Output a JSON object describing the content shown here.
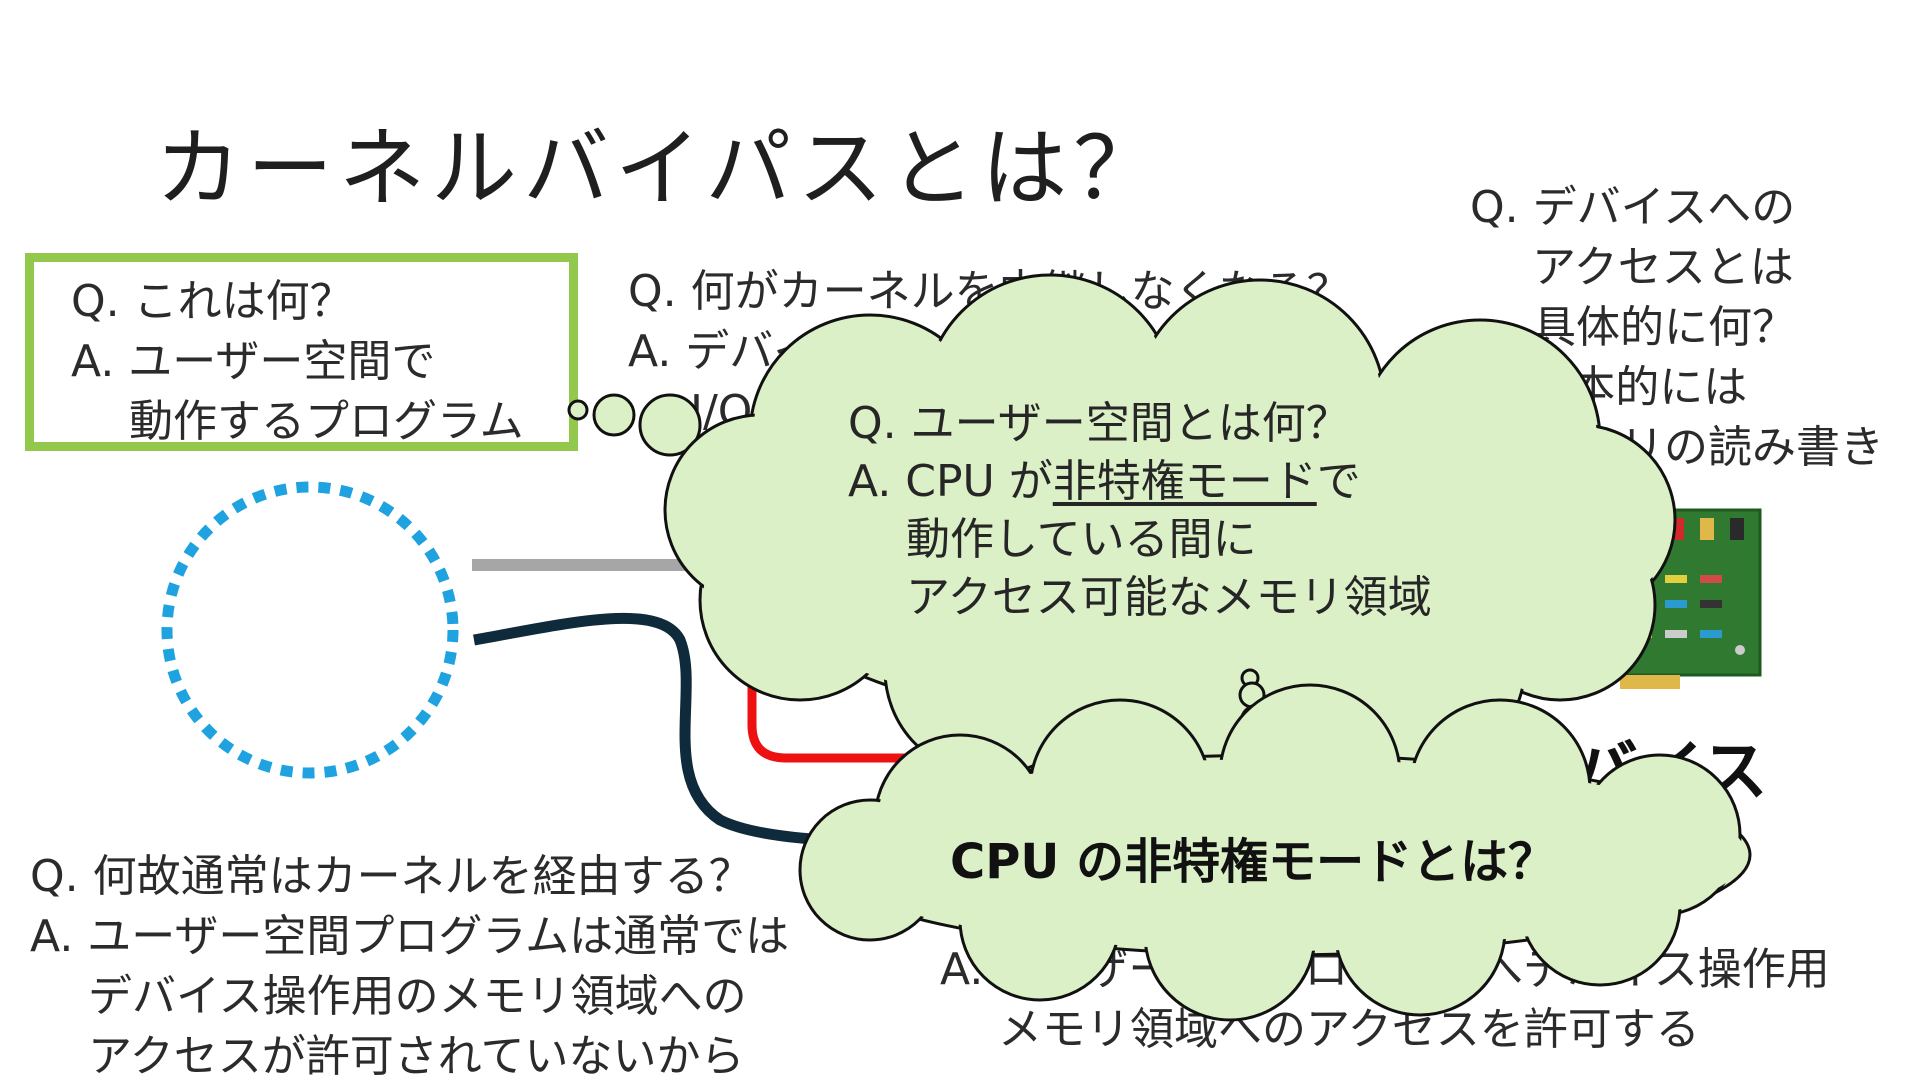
{
  "slide": {
    "title": "カーネルバイパスとは？",
    "box1": {
      "q": "Q. これは何？",
      "a1": "A. ユーザー空間で",
      "a2": "動作するプログラム"
    },
    "q2": {
      "q": "Q. 何がカーネルを中継しなくなる？",
      "a1": "A. デバイスアクセスを伴う処理",
      "a2": "I/O"
    },
    "q3": {
      "l1": "Q. デバイスへの",
      "l2": "アクセスとは",
      "l3": "具体的に何？",
      "l4": "A. 基本的には",
      "l5": "メモリの読み書き"
    },
    "cloud1": {
      "q": "Q. ユーザー空間とは何？",
      "a1_pre": "A. CPU が",
      "a1_ul": "非特権モード",
      "a1_post": "で",
      "a2": "動作している間に",
      "a3": "アクセス可能なメモリ領域"
    },
    "cloud2": {
      "q": "CPU の非特権モードとは？"
    },
    "io_label": "I/O デバイス",
    "q4": {
      "q": "Q. 何故通常はカーネルを経由する？",
      "a1": "A. ユーザー空間プログラムは通常では",
      "a2": "デバイス操作用のメモリ領域への",
      "a3": "アクセスが許可されていないから"
    },
    "q5": {
      "a1": "A. ユーザー空間プログラムへデバイス操作用",
      "a2": "メモリ領域へのアクセスを許可する"
    }
  },
  "colors": {
    "green_border": "#92c94c",
    "cloud_fill": "#dcf0c8",
    "dotted_circle": "#1fa2e0",
    "gray_line": "#a6a6a6",
    "dark_line": "#0f2a3a",
    "red_line": "#ee1111",
    "pcb_green": "#2f7a30"
  }
}
